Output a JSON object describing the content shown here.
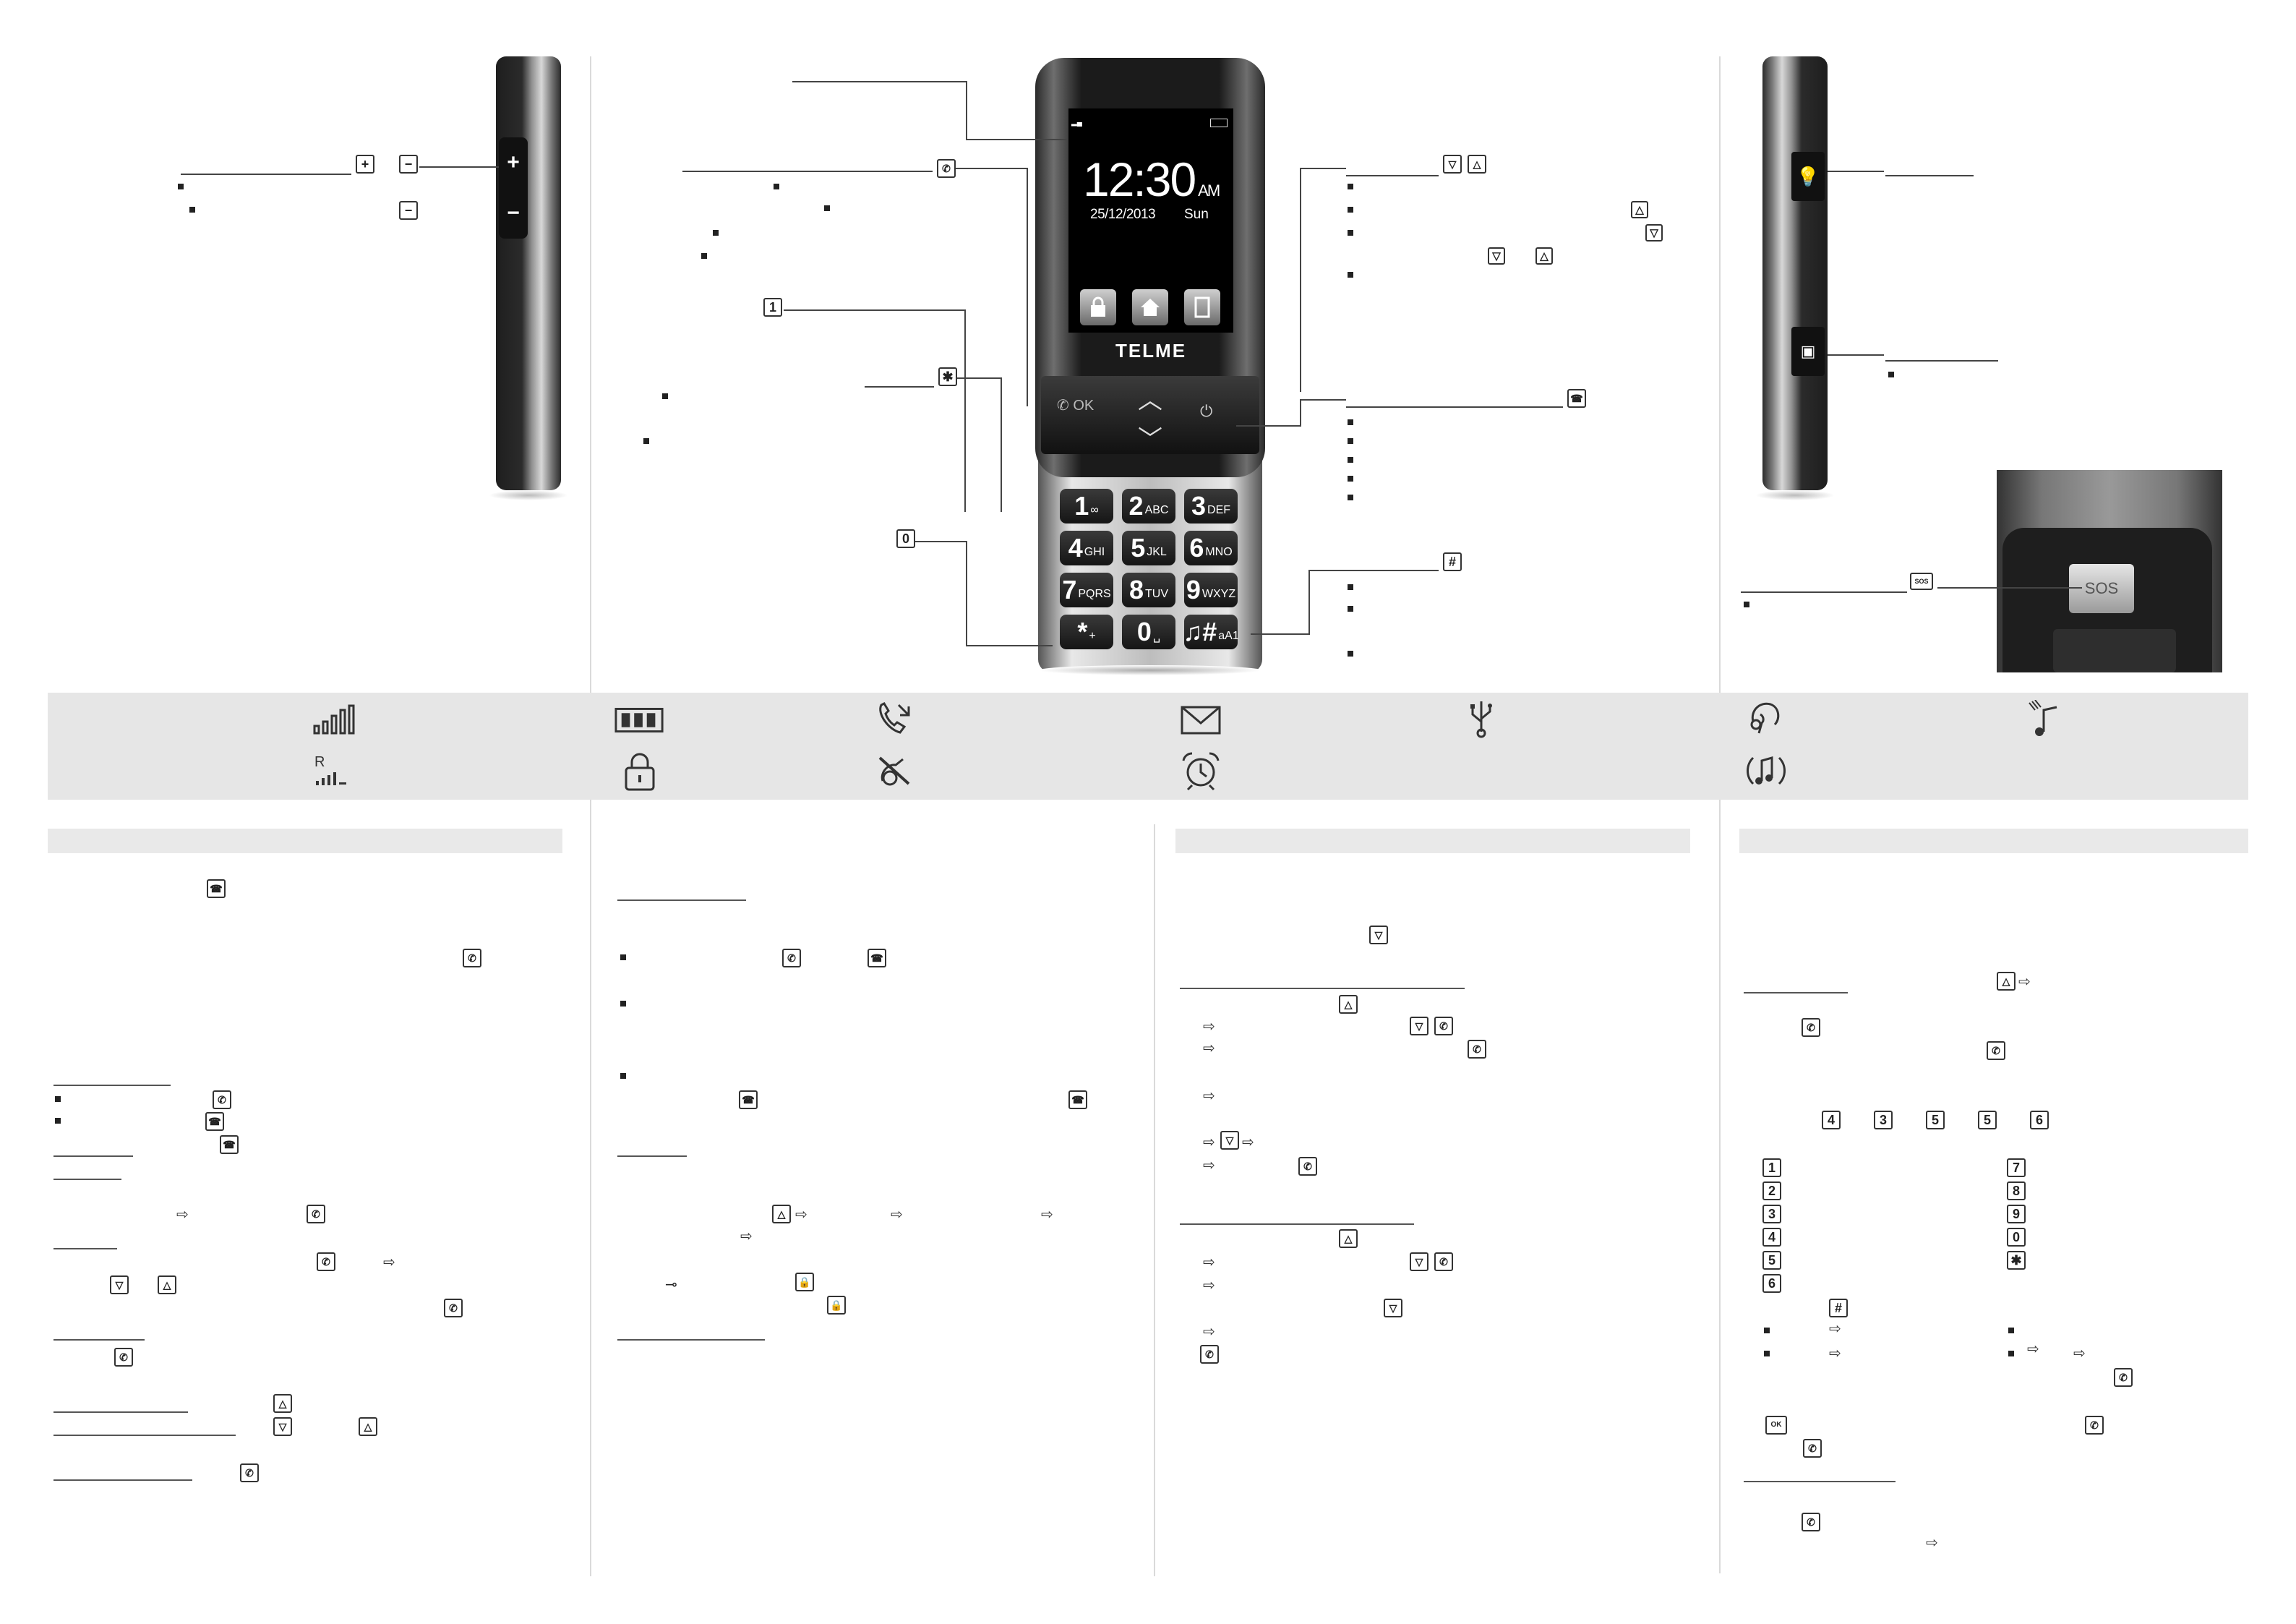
{
  "phone": {
    "time": "12:30",
    "ampm": "AM",
    "date": "25/12/2013",
    "day": "Sun",
    "brand": "TELME",
    "ok_label": "OK",
    "sos_label": "SOS",
    "keypad": [
      {
        "num": "1",
        "letters": "∞"
      },
      {
        "num": "2",
        "letters": "ABC"
      },
      {
        "num": "3",
        "letters": "DEF"
      },
      {
        "num": "4",
        "letters": "GHI"
      },
      {
        "num": "5",
        "letters": "JKL"
      },
      {
        "num": "6",
        "letters": "MNO"
      },
      {
        "num": "7",
        "letters": "PQRS"
      },
      {
        "num": "8",
        "letters": "TUV"
      },
      {
        "num": "9",
        "letters": "WXYZ"
      },
      {
        "num": "*",
        "letters": "+"
      },
      {
        "num": "0",
        "letters": "␣"
      },
      {
        "num": "♫#",
        "letters": "aA1"
      }
    ]
  },
  "keys": {
    "plus": "+",
    "minus": "−",
    "one": "1",
    "star": "✱",
    "zero": "0",
    "hash": "#",
    "sos": "SOS",
    "ok": "OK",
    "k4": "4",
    "k3": "3",
    "k5": "5",
    "k6": "6",
    "k1": "1",
    "k2": "2",
    "k7": "7",
    "k8": "8",
    "k9": "9",
    "k0": "0"
  },
  "icons": {
    "signal": "signal-icon",
    "roaming": "roaming-signal-icon",
    "battery": "battery-icon",
    "keylock": "keypad-lock-icon",
    "missed_call": "missed-call-icon",
    "silent": "silent-mode-icon",
    "message": "message-icon",
    "alarm": "alarm-icon",
    "usb": "usb-icon",
    "headset": "headset-icon",
    "vibrate_ring": "vibrate-ring-icon",
    "ring_vibrate": "ring-and-vibrate-icon"
  },
  "colors": {
    "page_bg": "#ffffff",
    "icon_bar": "#e6e6e6",
    "section_header": "#e9e9e9",
    "divider": "#dadada"
  }
}
